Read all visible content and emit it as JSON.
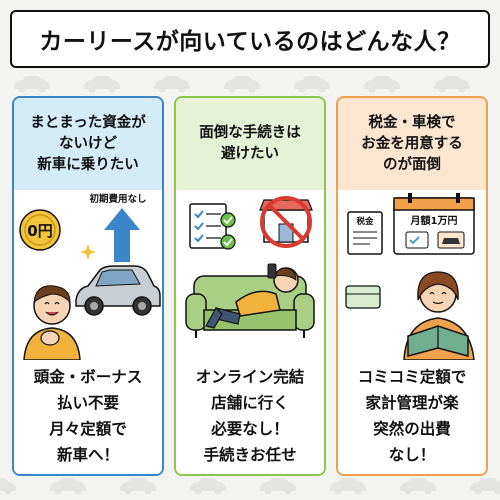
{
  "title": "カーリースが向いているのはどんな人？",
  "cards": [
    {
      "header": [
        "まとまった資金が",
        "ないけど",
        "新車に乗りたい"
      ],
      "illus_label": "初期費用なし",
      "coin_label": "0円",
      "footer": [
        "頭金・ボーナス",
        "払い不要",
        "月々定額で",
        "新車へ！"
      ]
    },
    {
      "header": [
        "面倒な手続きは",
        "避けたい"
      ],
      "footer": [
        "オンライン完結",
        "店舗に行く",
        "必要なし！",
        "手続きお任せ"
      ]
    },
    {
      "header": [
        "税金・車検で",
        "お金を用意する",
        "のが面倒"
      ],
      "calendar_label": "月額1万円",
      "doc_label": "税金",
      "footer": [
        "コミコミ定額で",
        "家計管理が楽",
        "突然の出費",
        "なし！"
      ]
    }
  ],
  "colors": {
    "blue": "#3a86c8",
    "green": "#8cc64a",
    "orange": "#f0a04a"
  }
}
